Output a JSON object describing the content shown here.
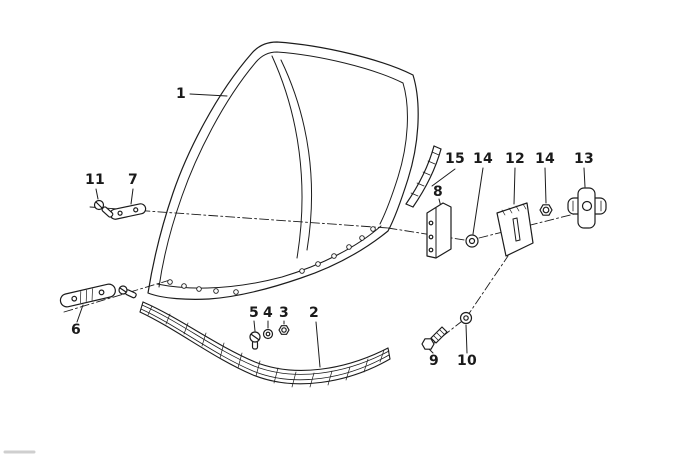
{
  "figure": {
    "kind": "exploded-parts-diagram",
    "background": "#ffffff",
    "line_color": "#1c1c1c"
  },
  "callouts": {
    "c1": "1",
    "c2": "2",
    "c3": "3",
    "c4": "4",
    "c5": "5",
    "c6": "6",
    "c7": "7",
    "c8": "8",
    "c9": "9",
    "c10": "10",
    "c11": "11",
    "c12": "12",
    "c13": "13",
    "c14a": "14",
    "c14b": "14",
    "c15": "15"
  }
}
